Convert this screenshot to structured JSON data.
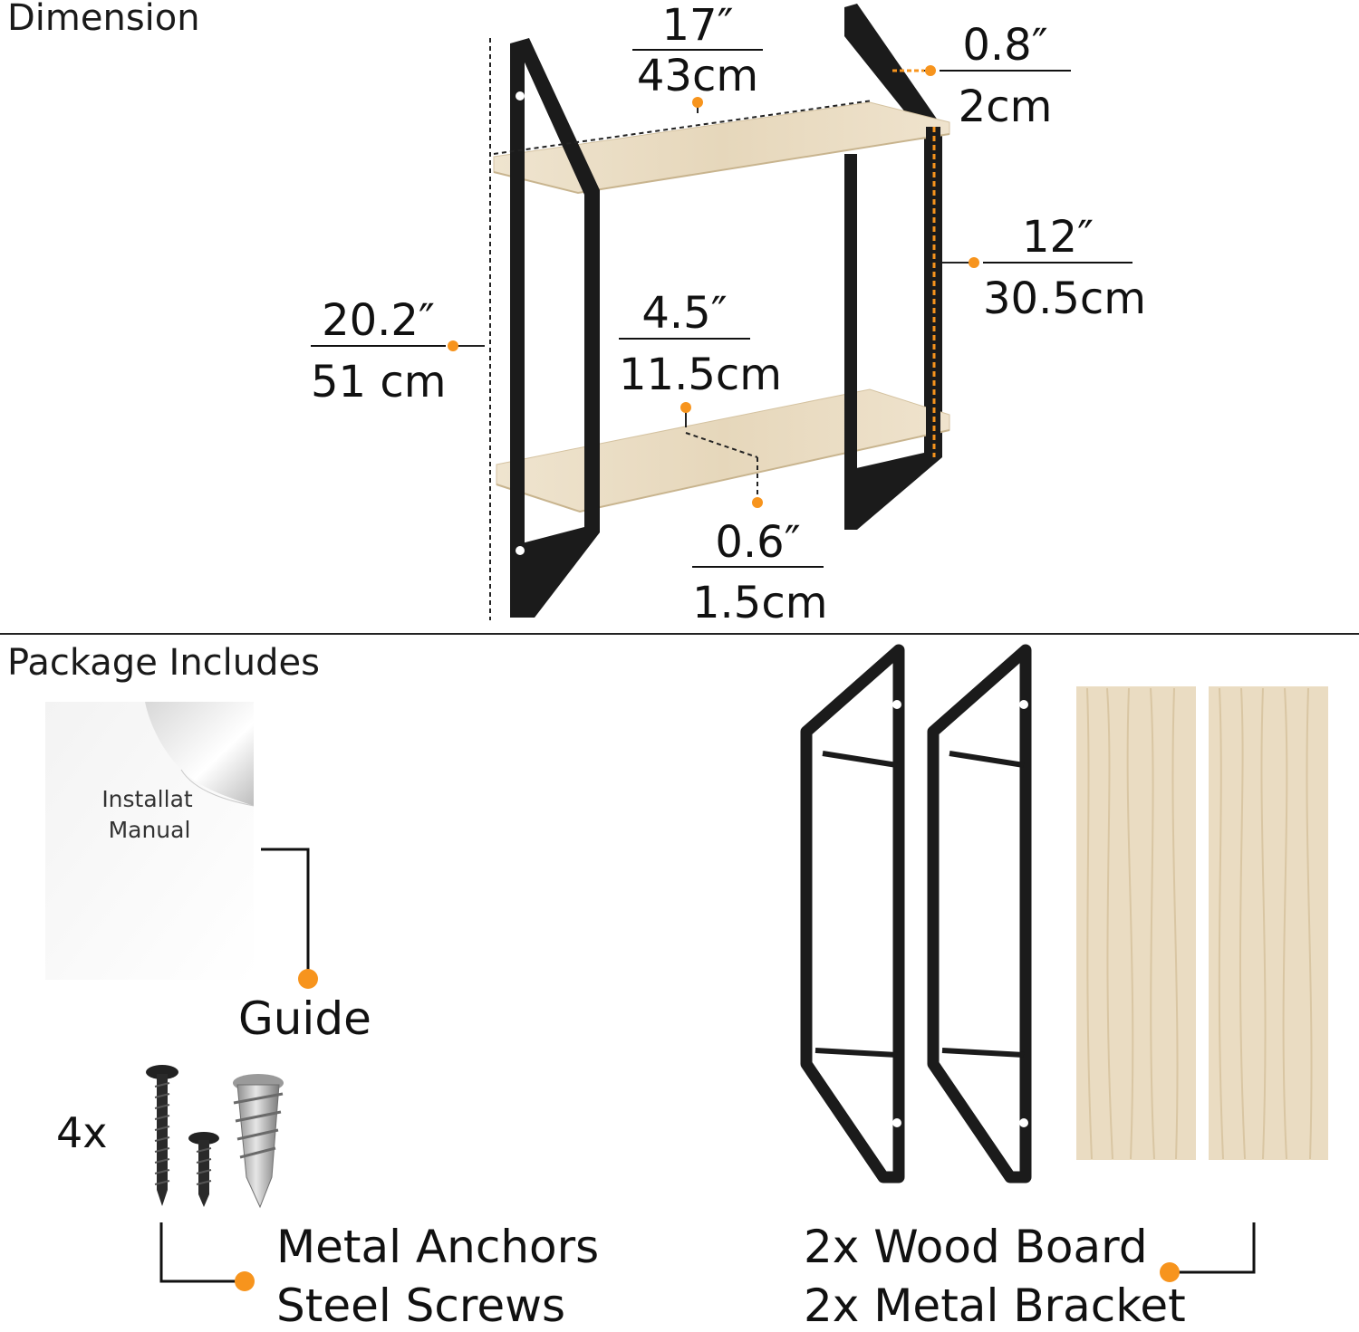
{
  "sections": {
    "dimension_title": "Dimension",
    "package_title": "Package Includes"
  },
  "dimensions": {
    "shelf_length_in": "17″",
    "shelf_length_cm": "43cm",
    "bracket_width_in": "0.8″",
    "bracket_width_cm": "2cm",
    "shelf_spacing_in": "12″",
    "shelf_spacing_cm": "30.5cm",
    "total_height_in": "20.2″",
    "total_height_cm": "51 cm",
    "shelf_depth_in": "4.5″",
    "shelf_depth_cm": "11.5cm",
    "board_thickness_in": "0.6″",
    "board_thickness_cm": "1.5cm"
  },
  "package": {
    "manual_text_line1": "Installat ",
    "manual_text_line2": "Manual",
    "guide_label": "Guide",
    "hardware_qty": "4x",
    "hardware_line1": "Metal Anchors",
    "hardware_line2": "Steel Screws",
    "parts_line1": "2x Wood Board",
    "parts_line2": "2x Metal Bracket"
  },
  "colors": {
    "accent": "#f7941d",
    "bracket": "#1b1b1b",
    "wood": "#e9dcc4",
    "wood_edge": "#d8c7a6"
  }
}
